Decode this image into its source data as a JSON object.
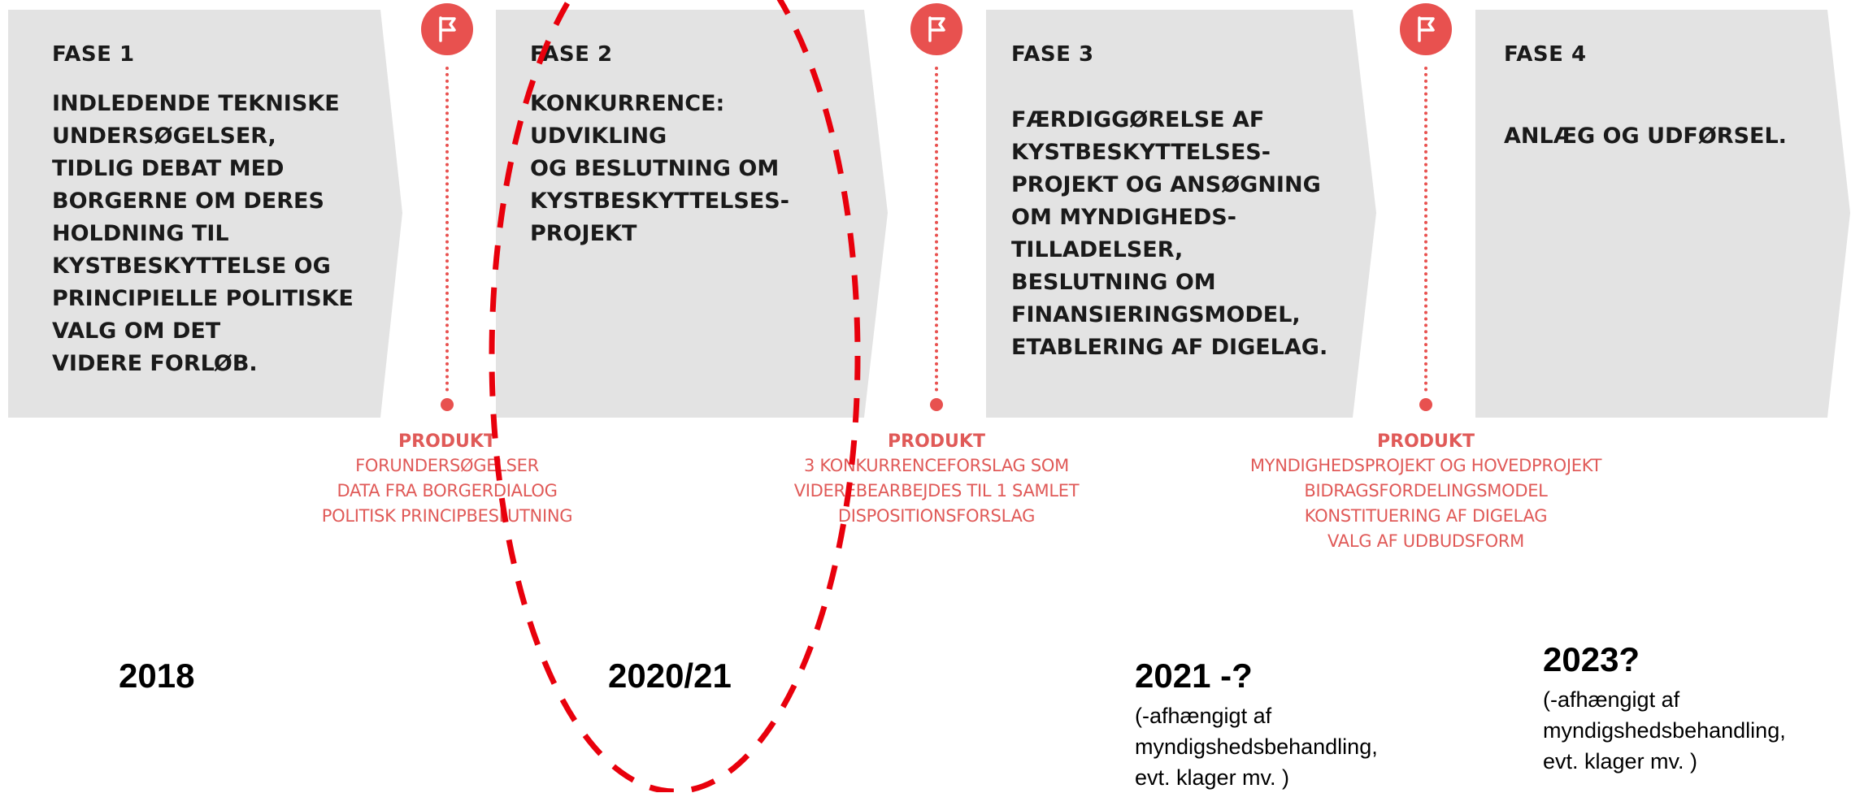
{
  "colors": {
    "phase_fill": "#e3e3e3",
    "accent_red": "#e8514f",
    "product_text": "#e05a58",
    "ellipse": "#e8000c"
  },
  "icons": {
    "marker": "flag-icon"
  },
  "phases": [
    {
      "title": "FASE 1",
      "description": "INDLEDENDE TEKNISKE\nUNDERSØGELSER,\nTIDLIG DEBAT MED\nBORGERNE OM DERES\nHOLDNING TIL\nKYSTBESKYTTELSE OG\nPRINCIPIELLE POLITISKE\nVALG OM DET\nVIDERE FORLØB."
    },
    {
      "title": "FASE 2",
      "description": "KONKURRENCE:\nUDVIKLING\nOG BESLUTNING OM\nKYSTBESKYTTELSES-\nPROJEKT"
    },
    {
      "title": "FASE 3",
      "description": "FÆRDIGGØRELSE AF\nKYSTBESKYTTELSES-\nPROJEKT OG ANSØGNING\nOM MYNDIGHEDS-\nTILLADELSER,\nBESLUTNING OM\nFINANSIERINGSMODEL,\nETABLERING AF DIGELAG."
    },
    {
      "title": "FASE 4",
      "description": "ANLÆG OG UDFØRSEL."
    }
  ],
  "products": [
    {
      "heading": "PRODUKT",
      "lines": [
        "FORUNDERSØGELSER",
        "DATA FRA BORGERDIALOG",
        "POLITISK PRINCIPBESLUTNING"
      ]
    },
    {
      "heading": "PRODUKT",
      "lines": [
        "3 KONKURRENCEFORSLAG SOM",
        "VIDEREBEARBEJDES TIL 1 SAMLET",
        "DISPOSITIONSFORSLAG"
      ]
    },
    {
      "heading": "PRODUKT",
      "lines": [
        "MYNDIGHEDSPROJEKT OG HOVEDPROJEKT",
        "BIDRAGSFORDELINGSMODEL",
        "KONSTITUERING AF DIGELAG",
        "VALG AF UDBUDSFORM"
      ]
    }
  ],
  "years": [
    {
      "label": "2018",
      "note": ""
    },
    {
      "label": "2020/21",
      "note": ""
    },
    {
      "label": "2021 -?",
      "note": "(-afhængigt af\nmyndigshedsbehandling,\nevt. klager mv. )"
    },
    {
      "label": "2023?",
      "note": "(-afhængigt af\nmyndigshedsbehandling,\nevt. klager mv. )"
    }
  ]
}
